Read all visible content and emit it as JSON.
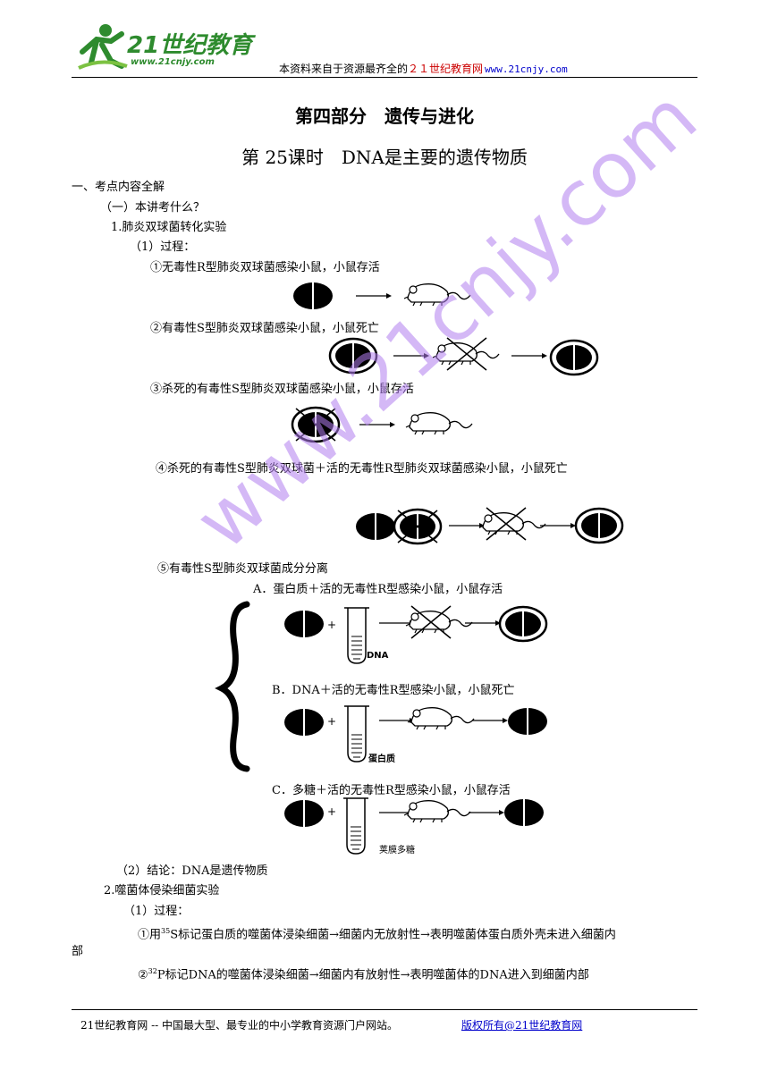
{
  "header": {
    "logo_text": "21世纪教育",
    "logo_url": "www.21cnjy.com",
    "note_prefix": "本资料来自于资源最齐全的",
    "note_brand": "２１世纪教育网",
    "note_url": "www.21cnjy.com"
  },
  "title": {
    "part": "第四部分　遗传与进化",
    "lesson": "第 25课时　DNA是主要的遗传物质"
  },
  "content": {
    "section1": "一、考点内容全解",
    "sub1": "（一）本讲考什么？",
    "item1": "1.肺炎双球菌转化实验",
    "proc1": "（1）过程：",
    "e1": "①无毒性R型肺炎双球菌感染小鼠，小鼠存活",
    "e2": "②有毒性S型肺炎双球菌感染小鼠，小鼠死亡",
    "e3": "③杀死的有毒性S型肺炎双球菌感染小鼠，小鼠存活",
    "e4": "④杀死的有毒性S型肺炎双球菌＋活的无毒性R型肺炎双球菌感染小鼠，小鼠死亡",
    "e5": "⑤有毒性S型肺炎双球菌成分分离",
    "e5a": "A．蛋白质＋活的无毒性R型感染小鼠，小鼠存活",
    "e5a_tube": "DNA",
    "e5b": "B．DNA＋活的无毒性R型感染小鼠，小鼠死亡",
    "e5b_tube": "蛋白质",
    "e5c": "C．多糖＋活的无毒性R型感染小鼠，小鼠存活",
    "e5c_tube": "荚膜多糖",
    "concl": "（2）结论：DNA是遗传物质",
    "item2": "2.噬菌体侵染细菌实验",
    "proc2": "（1）过程：",
    "p1_pre": "①用",
    "p1_sup": "35",
    "p1_post": "S标记蛋白质的噬菌体浸染细菌→细菌内无放射性→表明噬菌体蛋白质外壳未进入细菌内",
    "p1_cont": "部",
    "p2_pre": "②",
    "p2_sup": "32",
    "p2_post": "P标记DNA的噬菌体浸染细菌→细菌内有放射性→表明噬菌体的DNA进入到细菌内部"
  },
  "watermark": "www.21cnjy.com",
  "footer": {
    "left": "21世纪教育网 -- 中国最大型、最专业的中小学教育资源门户网站。",
    "right": "版权所有@21世纪教育网"
  }
}
